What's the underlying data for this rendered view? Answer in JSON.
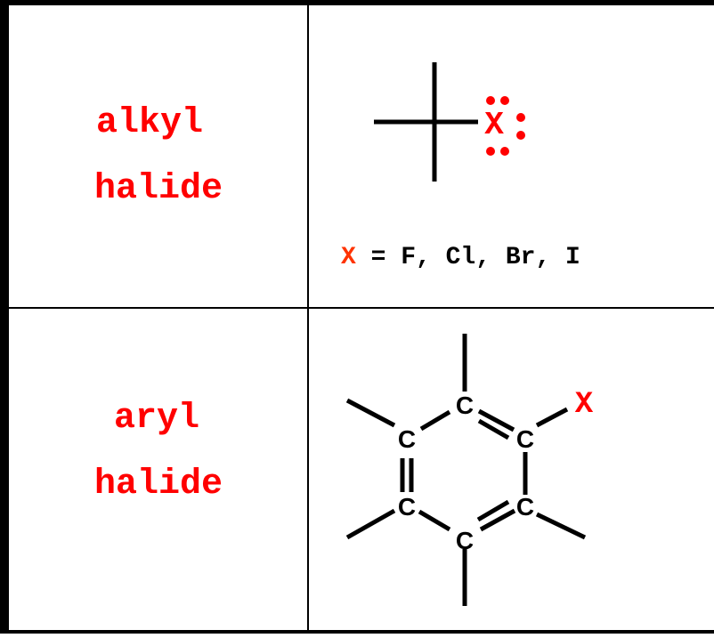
{
  "rows": [
    {
      "label_line1": "alkyl",
      "label_line2": "halide",
      "structure": {
        "halogen_symbol": "X",
        "note_symbol": "X",
        "note_text": " = F, Cl, Br, I"
      }
    },
    {
      "label_line1": "aryl",
      "label_line2": "halide",
      "structure": {
        "ring_atoms": [
          "C",
          "C",
          "C",
          "C",
          "C",
          "C"
        ],
        "substituent": "X"
      }
    }
  ],
  "colors": {
    "label": "#ff0000",
    "note_x": "#ff3300",
    "line": "#000000"
  }
}
